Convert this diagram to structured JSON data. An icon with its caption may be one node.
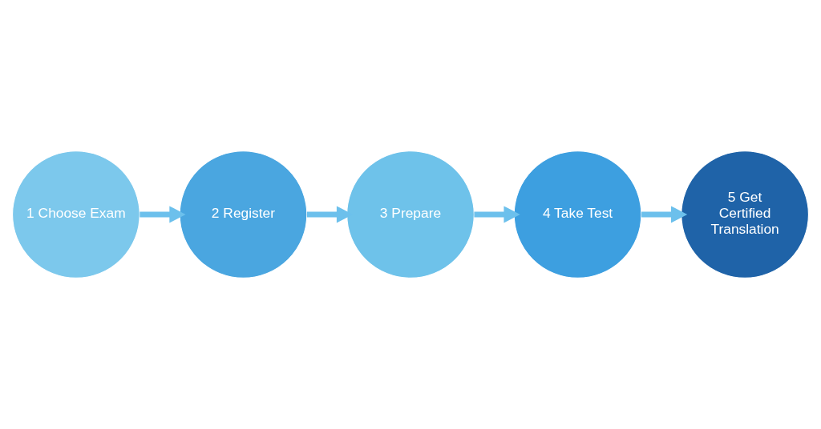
{
  "diagram": {
    "nodes": [
      {
        "text": [
          "1 Choose Exam"
        ]
      },
      {
        "text": [
          "2 Register"
        ]
      },
      {
        "text": [
          "3 Prepare"
        ]
      },
      {
        "text": [
          "4 Take Test"
        ]
      },
      {
        "text": [
          "5 Get Certified Translation"
        ]
      }
    ],
    "edges": [
      {
        "from": 0,
        "to": 1,
        "arrow": "to"
      },
      {
        "from": 1,
        "to": 2,
        "arrow": "to"
      },
      {
        "from": 2,
        "to": 3,
        "arrow": "to"
      },
      {
        "from": 3,
        "to": 4,
        "arrow": "to"
      }
    ]
  }
}
